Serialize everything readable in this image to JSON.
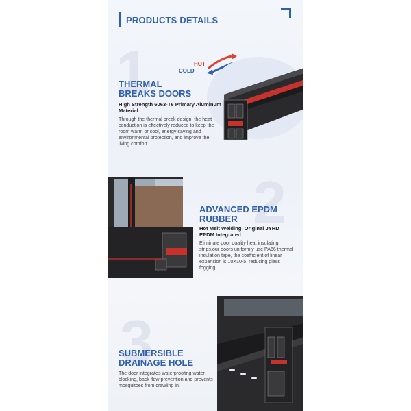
{
  "header": {
    "title": "PRODUCTS DETAILS"
  },
  "sections": [
    {
      "number": "1",
      "title_line1": "THERMAL",
      "title_line2": "BREAKS DOORS",
      "subtitle": "High Strength 6063-T6 Primary Aluminum Material",
      "body": "Through the thermal break design, the heat conduction is effectively reduced to keep the room warm or cool, energy saving and environmental protection, and improve the living comfort.",
      "labels": {
        "hot": "HOT",
        "cold": "COLD"
      }
    },
    {
      "number": "2",
      "title_line1": "ADVANCED EPDM",
      "title_line2": "RUBBER",
      "subtitle": "Hot Melt Welding, Original JYHD EPDM Integrated",
      "body": "Eliminate poor quality heat insulating strips,our doors uniformly use PA66 thermal insulation tape, the coefficient of linear expansion is 10X10-5, reducing glass fogging."
    },
    {
      "number": "3",
      "title_line1": "SUBMERSIBLE",
      "title_line2": "DRAINAGE HOLE",
      "body": "The door integrates waterproofing,water-blocking, back flow prevention and prevents mosquitoes from crawling in."
    }
  ],
  "colors": {
    "accent": "#2f5fb0",
    "hot": "#e0452c",
    "profile": "#2a2a2c",
    "gasket": "#c7322c"
  }
}
